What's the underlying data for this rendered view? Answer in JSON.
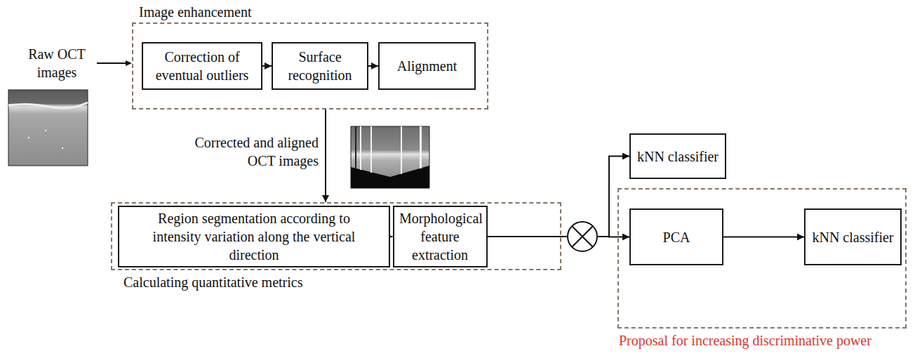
{
  "diagram": {
    "nodes": [
      {
        "text": [
          "Image enhancement"
        ]
      },
      {
        "text": [
          "Correction of eventual outliers"
        ],
        "in": 0
      },
      {
        "text": [
          "Surface recognition"
        ],
        "in": 0
      },
      {
        "text": [
          "Alignment"
        ],
        "in": 0
      },
      {
        "text": [
          "Calculating quantitative metrics"
        ]
      },
      {
        "text": [
          "Region segmentation according to intensity variation along the vertical direction"
        ],
        "in": 4
      },
      {
        "text": [
          "Morphological feature extraction"
        ],
        "in": 4
      },
      {
        "text": [
          "kNN classifier"
        ]
      },
      {
        "text": [
          "Proposal for increasing discriminative power"
        ]
      },
      {
        "text": [
          "PCA"
        ],
        "in": 8
      },
      {
        "text": [
          "kNN classifier"
        ],
        "in": 8
      }
    ],
    "edges": [
      {
        "from": 1,
        "to": 2,
        "arrow": "to"
      },
      {
        "from": 2,
        "to": 3,
        "arrow": "to"
      },
      {
        "from": 0,
        "to": 4,
        "label": "Corrected and aligned OCT images",
        "arrow": "to"
      },
      {
        "from": 5,
        "to": 6,
        "arrow": "to"
      },
      {
        "from": 6,
        "to": 7,
        "arrow": "to"
      },
      {
        "from": 6,
        "to": 9,
        "arrow": "to"
      },
      {
        "from": 9,
        "to": 10,
        "arrow": "to"
      }
    ],
    "labels": [
      "Raw OCT images"
    ]
  }
}
